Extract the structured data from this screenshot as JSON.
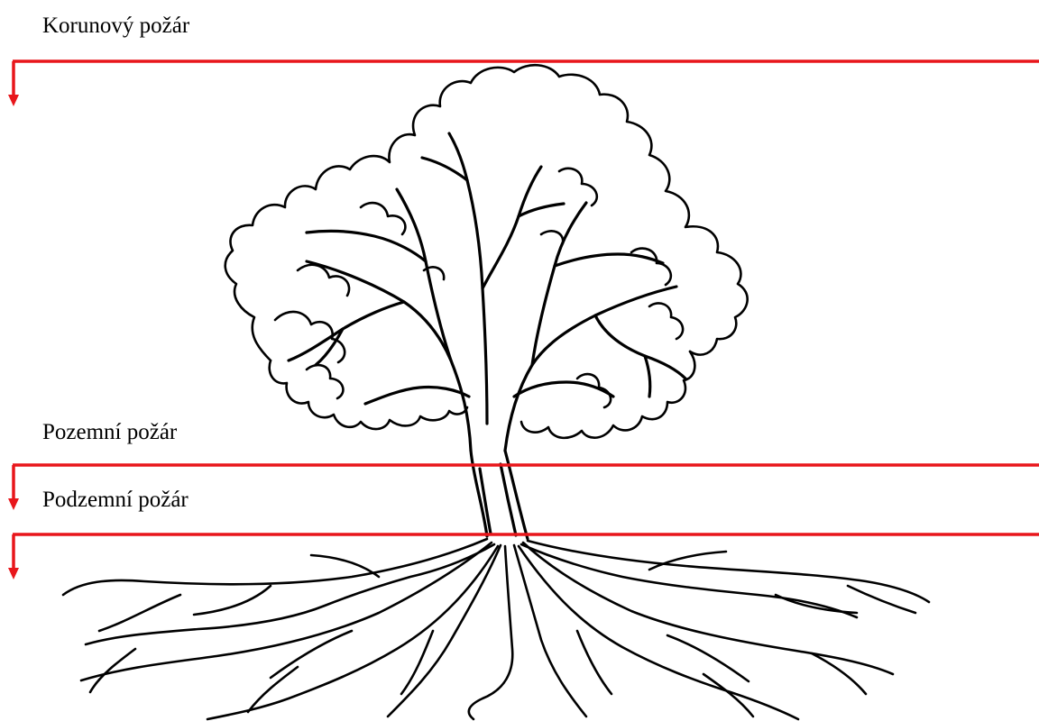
{
  "levels": [
    {
      "key": "crown",
      "label": "Korunový požár"
    },
    {
      "key": "surface",
      "label": "Pozemní požár"
    },
    {
      "key": "ground",
      "label": "Podzemní požár"
    }
  ],
  "colors": {
    "level_line": "#e8161b",
    "tree_ink": "#000000",
    "background": "#ffffff"
  },
  "icons": [
    "down-arrow-icon",
    "tree-illustration"
  ]
}
